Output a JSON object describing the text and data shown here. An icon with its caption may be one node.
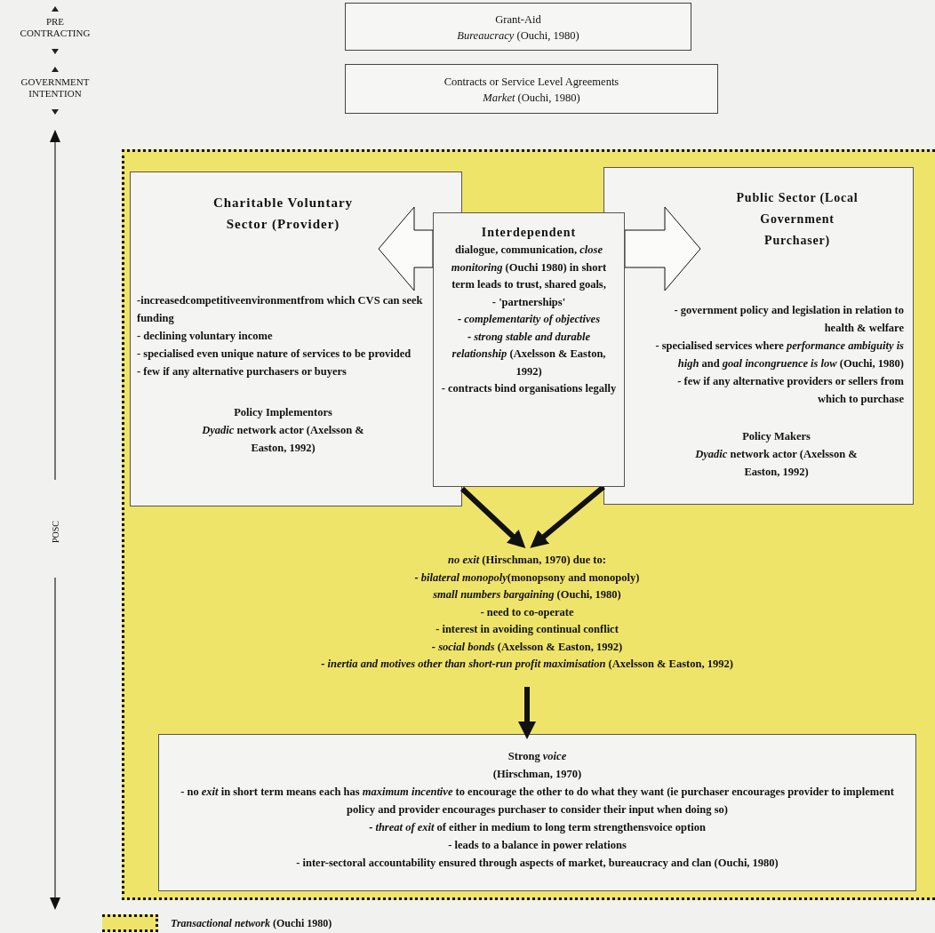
{
  "diagram": {
    "nodes": [
      {
        "text": [
          "Grant-Aid",
          "*Bureaucracy* (Ouchi, 1980)"
        ]
      },
      {
        "text": [
          "Contracts or Service Level Agreements",
          "*Market* (Ouchi, 1980)"
        ]
      },
      {
        "text": [],
        "shape": "box"
      },
      {
        "text": [
          "Charitable Voluntary Sector (Provider)",
          "-increasedcompetitiveenvironmentfrom which CVS can seek funding",
          "- declining voluntary income",
          "- specialised even unique nature of services to be provided",
          "- few if any alternative purchasers or buyers",
          "Policy Implementors",
          "*Dyadic* network actor (Axelsson & Easton, 1992)"
        ],
        "in": 2
      },
      {
        "text": [
          "Interdependent",
          "dialogue, communication, *close monitoring* (Ouchi 1980) in short term leads to trust, shared goals,",
          "- 'partnerships'",
          "*- complementarity of objectives*",
          "*- strong stable and durable relationship* (Axelsson & Easton, 1992)",
          "- contracts bind organisations legally"
        ],
        "in": 2
      },
      {
        "text": [
          "Public Sector (Local Government Purchaser)",
          "- government policy and legislation in relation to health & welfare",
          "- specialised services where *performance ambiguity is high* and *goal incongruence is low* (Ouchi, 1980)",
          "- few if any alternative providers or sellers from which to purchase",
          "Policy Makers",
          "*Dyadic* network actor (Axelsson & Easton, 1992)"
        ],
        "in": 2
      },
      {
        "text": [
          "*no exit* (Hirschman, 1970) due to:",
          "*- bilateral monopoly*(monopsony and monopoly)",
          "*small numbers bargaining* (Ouchi, 1980)",
          "- need to co-operate",
          "- interest in avoiding continual conflict",
          "*- social bonds* (Axelsson & Easton, 1992)",
          "*- inertia and motives other than short-run profit maximisation* (Axelsson & Easton, 1992)"
        ],
        "in": 2
      },
      {
        "text": [
          "Strong *voice*",
          "(Hirschman, 1970)",
          "- no *exit* in short term means each has *maximum incentive* to encourage the other to do what they want (ie purchaser encourages provider to implement policy and provider encourages purchaser to consider their input when doing so)",
          "*- threat of exit* of either in medium to long term strengthensvoice option",
          "- leads to a balance in power relations",
          "- inter-sectoral accountability ensured through aspects of market, bureaucracy and clan (Ouchi, 1980)"
        ],
        "in": 2
      }
    ],
    "edges": [
      {
        "from": 4,
        "to": 3,
        "arrow": "to"
      },
      {
        "from": 4,
        "to": 5,
        "arrow": "to"
      },
      {
        "from": 3,
        "to": 6,
        "arrow": "to"
      },
      {
        "from": 5,
        "to": 6,
        "arrow": "to"
      },
      {
        "from": 6,
        "to": 7,
        "arrow": "to"
      }
    ],
    "labels": [
      "PRE CONTRACTING",
      "GOVERNMENT INTENTION",
      "POSC"
    ],
    "legend": [
      {
        "text": "*Transactional network* (Ouchi 1980)",
        "color": "#efe46a"
      }
    ]
  }
}
